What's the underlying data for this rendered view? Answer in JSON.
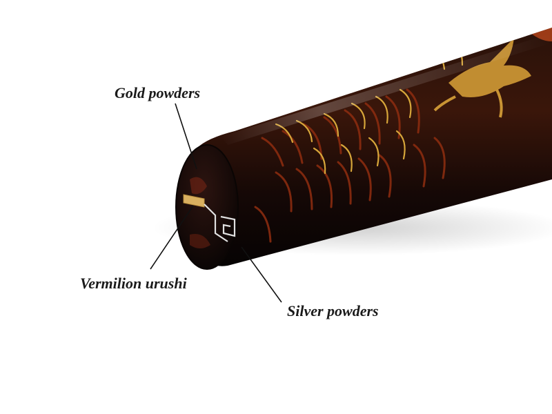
{
  "annotations": {
    "gold": "Gold powders",
    "vermilion": "Vermilion urushi",
    "silver": "Silver powders"
  },
  "colors": {
    "background": "#ffffff",
    "lacquer_black": "#120807",
    "lacquer_red": "#7a2410",
    "gold": "#d7a63a",
    "silver": "#d9d9d9",
    "leader_line": "#111111"
  }
}
